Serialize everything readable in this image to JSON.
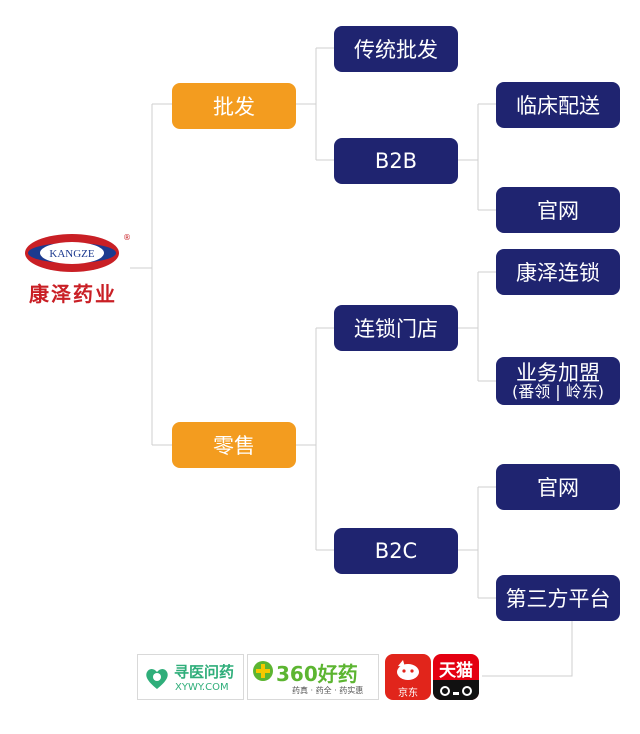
{
  "company": {
    "logo_text": "KANGZE",
    "name": "康泽药业",
    "registered_mark": "®"
  },
  "tree": {
    "wholesale": {
      "label": "批发",
      "children": {
        "traditional": "传统批发",
        "b2b": {
          "label": "B2B",
          "children": [
            "临床配送",
            "官网"
          ]
        }
      }
    },
    "retail": {
      "label": "零售",
      "children": {
        "chain": {
          "label": "连锁门店",
          "children": {
            "kangze_chain": "康泽连锁",
            "franchise": {
              "label": "业务加盟",
              "sub": "(番领 | 岭东)"
            }
          }
        },
        "b2c": {
          "label": "B2C",
          "children": [
            "官网",
            "第三方平台"
          ]
        }
      }
    }
  },
  "platforms": {
    "xywy": {
      "cn": "寻医问药",
      "en": "XYWY.COM"
    },
    "p360": {
      "cn": "360好药",
      "slogan": "药真 · 药全 · 药实惠"
    },
    "jd": {
      "cn": "京东"
    },
    "tmall": {
      "cn": "天猫"
    }
  },
  "colors": {
    "orange": "#f39c1f",
    "navy": "#1f2470",
    "line": "#cfcfcf",
    "logo_red": "#c91f25",
    "logo_blue": "#1c3a8f"
  }
}
